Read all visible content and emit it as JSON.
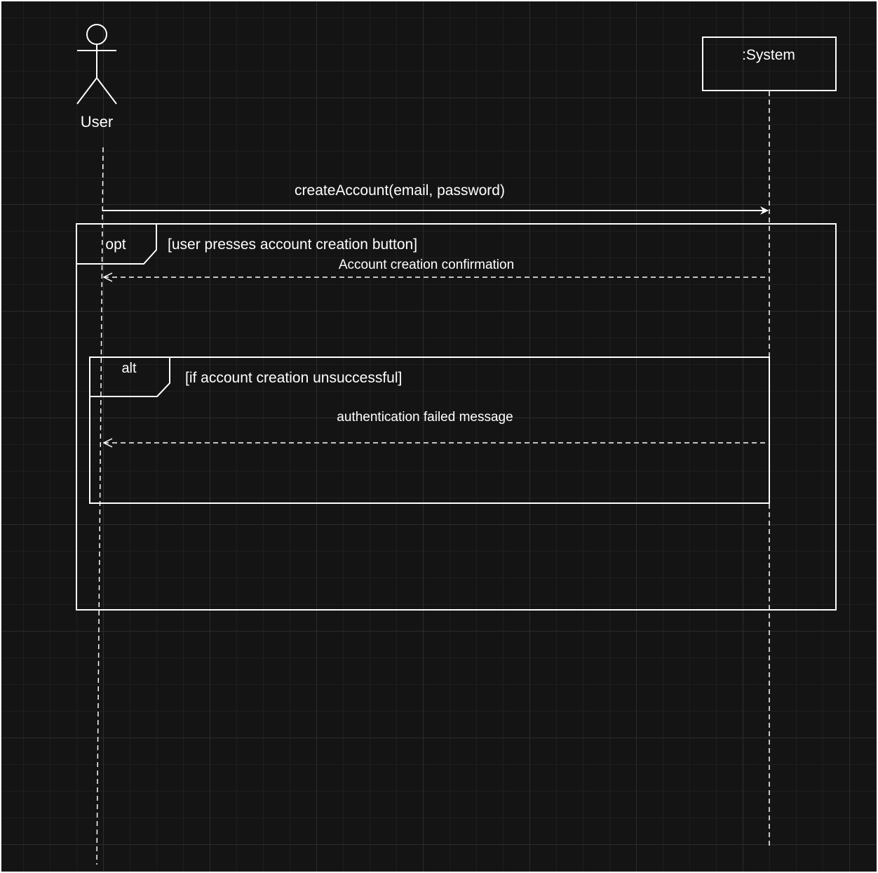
{
  "participants": {
    "actor": {
      "label": "User",
      "icon": "stick-figure-icon"
    },
    "system": {
      "label": ":System"
    }
  },
  "messages": [
    {
      "label": "createAccount(email, password)",
      "style": "solid",
      "direction": "User to :System"
    },
    {
      "label": "Account creation confirmation",
      "style": "dashed",
      "direction": ":System to User"
    },
    {
      "label": "authentication failed message",
      "style": "dashed",
      "direction": ":System to User"
    }
  ],
  "fragments": {
    "opt": {
      "operator": "opt",
      "guard": "[user presses account creation button]"
    },
    "alt": {
      "operator": "alt",
      "guard": "[if account creation unsuccessful]"
    }
  },
  "colors": {
    "background": "#141414",
    "grid_major": "#2c2c2c",
    "grid_minor": "#1e1e1e",
    "stroke": "#ffffff"
  }
}
